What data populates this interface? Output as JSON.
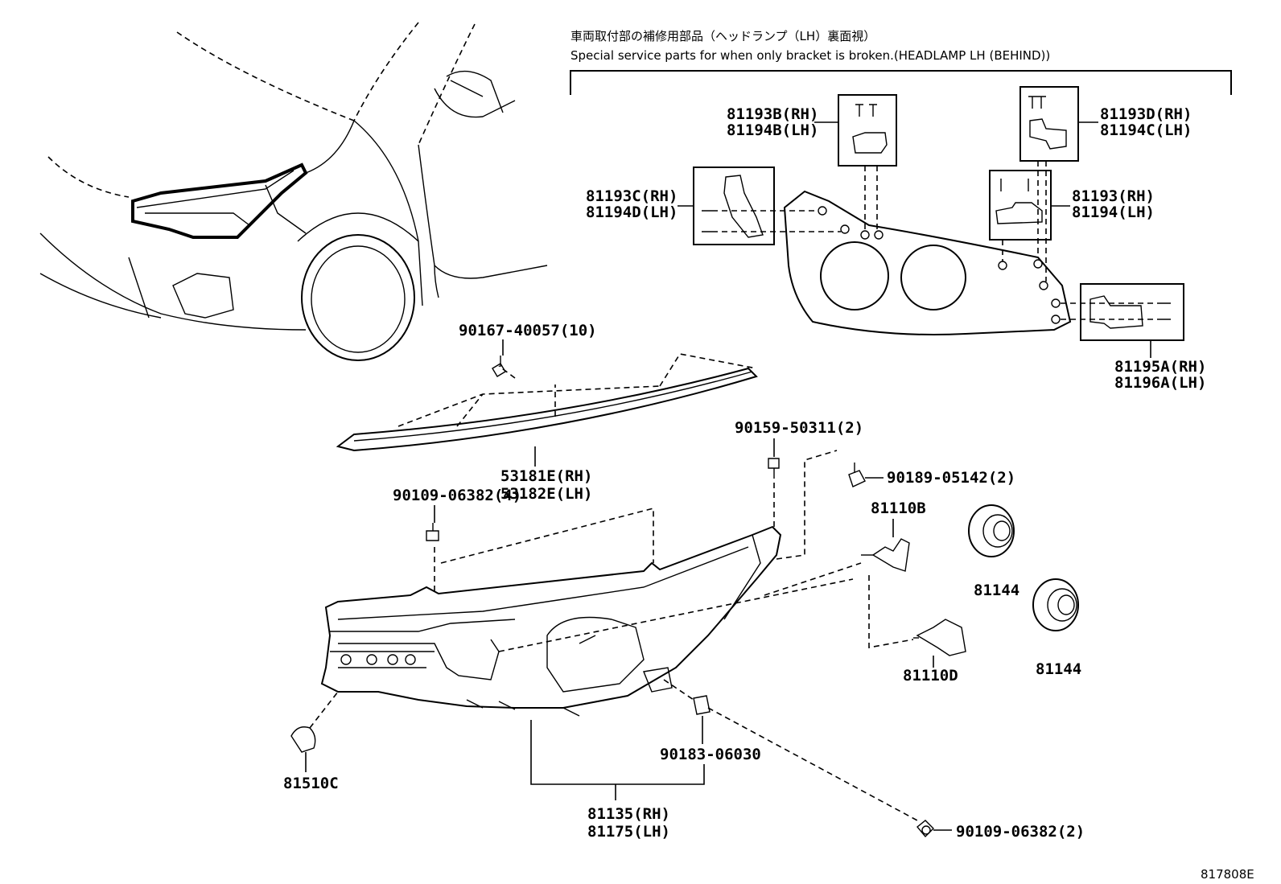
{
  "header": {
    "title_jp": "車両取付部の補修用部品（ヘッドランプ（LH）裏面視）",
    "title_en": "Special service parts for when only bracket is broken.(HEADLAMP LH (BEHIND))"
  },
  "parts": {
    "p81193B": "81193B(RH)",
    "p81194B": "81194B(LH)",
    "p81193D": "81193D(RH)",
    "p81194C": "81194C(LH)",
    "p81193C": "81193C(RH)",
    "p81194D": "81194D(LH)",
    "p81193": "81193(RH)",
    "p81194": "81194(LH)",
    "p81195A": "81195A(RH)",
    "p81196A": "81196A(LH)",
    "p90167": "90167-40057(10)",
    "p53181E": "53181E(RH)",
    "p53182E": "53182E(LH)",
    "p90159": "90159-50311(2)",
    "p90189": "90189-05142(2)",
    "p81110B": "81110B",
    "p90109a": "90109-06382(4)",
    "p81144a": "81144",
    "p81144b": "81144",
    "p81110D": "81110D",
    "p81510C": "81510C",
    "p90183": "90183-06030",
    "p81135": "81135(RH)",
    "p81175": "81175(LH)",
    "p90109b": "90109-06382(2)"
  },
  "diagram_id": "817808E"
}
